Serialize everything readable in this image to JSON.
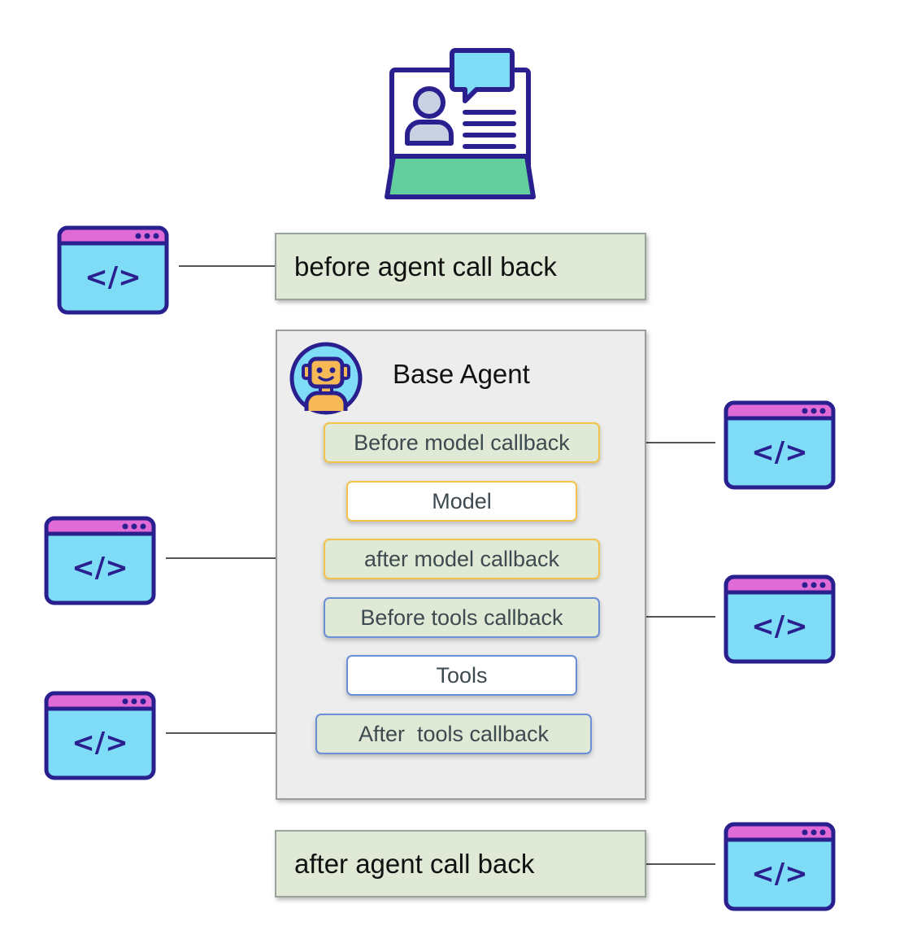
{
  "outer": {
    "before_agent_label": "before agent call back",
    "after_agent_label": "after agent call back"
  },
  "agent": {
    "title": "Base Agent",
    "steps": [
      {
        "label": "Before model callback"
      },
      {
        "label": "Model"
      },
      {
        "label": "after model callback"
      },
      {
        "label": "Before tools callback"
      },
      {
        "label": "Tools"
      },
      {
        "label": "After  tools callback"
      }
    ]
  },
  "icons": {
    "header": "laptop-profile-icon",
    "agent": "robot-avatar-icon",
    "callback": "code-window-icon",
    "code_glyph": "</>"
  },
  "colors": {
    "callback_fill": "#dfe9d5",
    "model_border": "#f2c24a",
    "tools_border": "#6b8fd6",
    "code_window_body": "#7fdcf7",
    "code_window_bar": "#e06ad6",
    "outline": "#2a1f8f"
  }
}
